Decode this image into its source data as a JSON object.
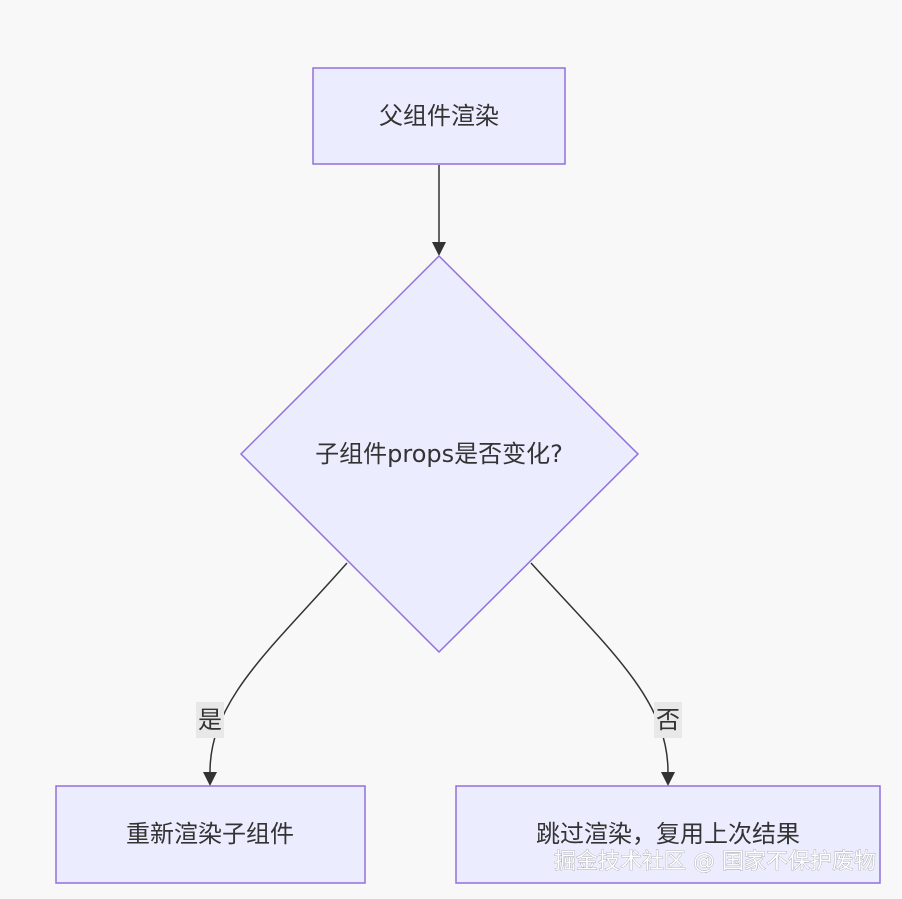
{
  "diagram": {
    "nodes": {
      "parent_render": "父组件渲染",
      "props_changed": "子组件props是否变化?",
      "rerender_child": "重新渲染子组件",
      "skip_render": "跳过渲染，复用上次结果"
    },
    "edges": {
      "yes_label": "是",
      "no_label": "否"
    }
  },
  "watermark": "掘金技术社区 @ 国家不保护废物",
  "colors": {
    "node_fill": "#ececff",
    "node_stroke": "#9370db",
    "edge": "#333333",
    "background": "#f8f8f9"
  }
}
